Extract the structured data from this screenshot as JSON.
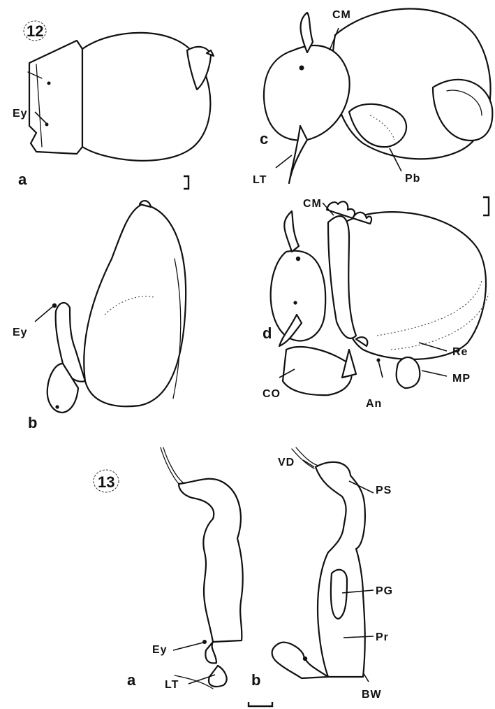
{
  "figures": [
    {
      "number": "12",
      "panels": [
        "a",
        "b",
        "c",
        "d"
      ],
      "labels": {
        "a_ey": "Ey",
        "b_ey": "Ey",
        "c_cm": "CM",
        "c_lt": "LT",
        "c_pb": "Pb",
        "d_cm": "CM",
        "d_co": "CO",
        "d_an": "An",
        "d_re": "Re",
        "d_mp": "MP"
      }
    },
    {
      "number": "13",
      "panels": [
        "a",
        "b"
      ],
      "labels": {
        "a_ey": "Ey",
        "a_lt": "LT",
        "b_vd": "VD",
        "b_ps": "PS",
        "b_pg": "PG",
        "b_pr": "Pr",
        "b_bw": "BW"
      }
    }
  ]
}
